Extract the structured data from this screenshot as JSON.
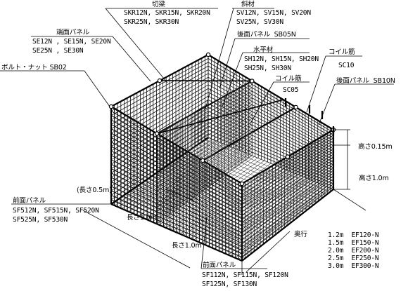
{
  "labels": {
    "kiribari": {
      "title": "切梁",
      "line1": "SKR12N, SKR15N, SKR20N",
      "line2": "SKR25N, SKR30N"
    },
    "shazai": {
      "title": "斜材",
      "line1": "SV12N, SV15N, SV20N",
      "line2": "SV25N, SV30N"
    },
    "tanmen_panel": {
      "title": "端面パネル",
      "line1": "SE12N , SE15N, SE20N",
      "line2": "SE25N , SE30N"
    },
    "koumen_panel_top": {
      "title": "後面パネル  SB05N"
    },
    "bolt_nut": {
      "title": "ボルト・ナット SB02"
    },
    "suiheizai": {
      "title": "水平材",
      "line1": "SH12N, SH15N, SH20N",
      "line2": "SH25N, SH30N"
    },
    "coil_sc10": {
      "title": "コイル筋",
      "code": "SC10"
    },
    "coil_sc05": {
      "title": "コイル筋",
      "code": "SC05"
    },
    "koumen_panel_right": {
      "title": "後面パネル  SB10N"
    },
    "height_015": "高さ0.15m",
    "height_10": "高さ1.0m",
    "zenmen_panel_left": {
      "title": "前面パネル",
      "line1": "SF512N, SF515N, SF520N",
      "line2": "SF525N, SF530N"
    },
    "length_05": "(長さ0.5m)",
    "length_10_a": "長さ1.0m",
    "length_10_b": "長さ1.0m",
    "zenmen_panel_bottom": {
      "title": "前面パネル",
      "line1": "SF112N, SF115N, SF120N",
      "line2": "SF125N, SF130N"
    },
    "depth": {
      "title": "奥行",
      "rows": [
        "1.2m  EF120-N",
        "1.5m  EF150-N",
        "2.0m  EF200-N",
        "2.5m  EF250-N",
        "3.0m  EF300-N"
      ]
    }
  }
}
